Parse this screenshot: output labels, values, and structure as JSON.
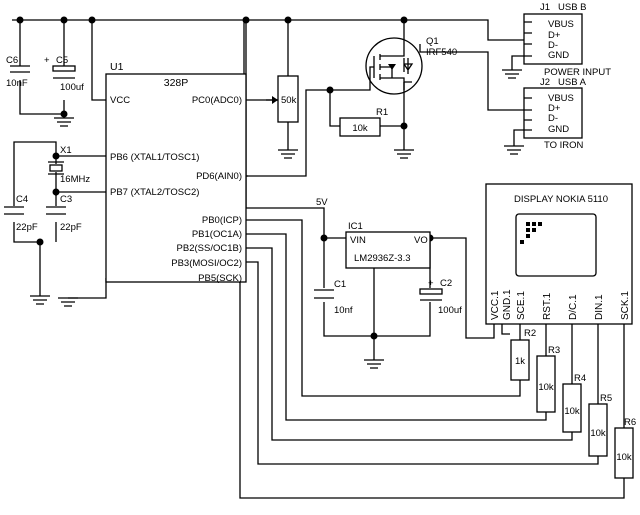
{
  "u1": {
    "ref": "U1",
    "part": "328P",
    "pins": {
      "vcc": "VCC",
      "pc0": "PC0(ADC0)",
      "pd6": "PD6(AIN0)",
      "pb6": "PB6 (XTAL1/TOSC1)",
      "pb7": "PB7 (XTAL2/TOSC2)",
      "pb0": "PB0(ICP)",
      "pb1": "PB1(OC1A)",
      "pb2": "PB2(SS/OC1B)",
      "pb3": "PB3(MOSI/OC2)",
      "pb5": "PB5(SCK)"
    }
  },
  "c6": {
    "ref": "C6",
    "value": "10nF"
  },
  "c5": {
    "ref": "C5",
    "value": "100uf",
    "plus": "+"
  },
  "x1": {
    "ref": "X1",
    "value": "16MHz"
  },
  "c4": {
    "ref": "C4",
    "value": "22pF"
  },
  "c3": {
    "ref": "C3",
    "value": "22pF"
  },
  "pot": {
    "value": "50k"
  },
  "q1": {
    "ref": "Q1",
    "part": "IRF540"
  },
  "r1": {
    "ref": "R1",
    "value": "10k"
  },
  "j1": {
    "ref": "J1",
    "type": "USB B",
    "pins": [
      "VBUS",
      "D+",
      "D-",
      "GND"
    ],
    "caption": "POWER INPUT"
  },
  "j2": {
    "ref": "J2",
    "type": "USB A",
    "pins": [
      "VBUS",
      "D+",
      "D-",
      "GND"
    ],
    "caption": "TO IRON"
  },
  "ic1": {
    "ref": "IC1",
    "part": "LM2936Z-3.3",
    "vin": "VIN",
    "vo": "VO"
  },
  "rail": {
    "label": "5V"
  },
  "c1": {
    "ref": "C1",
    "value": "10nf"
  },
  "c2": {
    "ref": "C2",
    "value": "100uf",
    "plus": "+"
  },
  "display": {
    "title": "DISPLAY NOKIA 5110",
    "pins": [
      "VCC.1",
      "GND.1",
      "SCE.1",
      "RST.1",
      "D/C.1",
      "DIN.1",
      "SCK.1"
    ]
  },
  "r2": {
    "ref": "R2",
    "value": "1k"
  },
  "r3": {
    "ref": "R3",
    "value": "10k"
  },
  "r4": {
    "ref": "R4",
    "value": "10k"
  },
  "r5": {
    "ref": "R5",
    "value": "10k"
  },
  "r6": {
    "ref": "R6",
    "value": "10k"
  }
}
